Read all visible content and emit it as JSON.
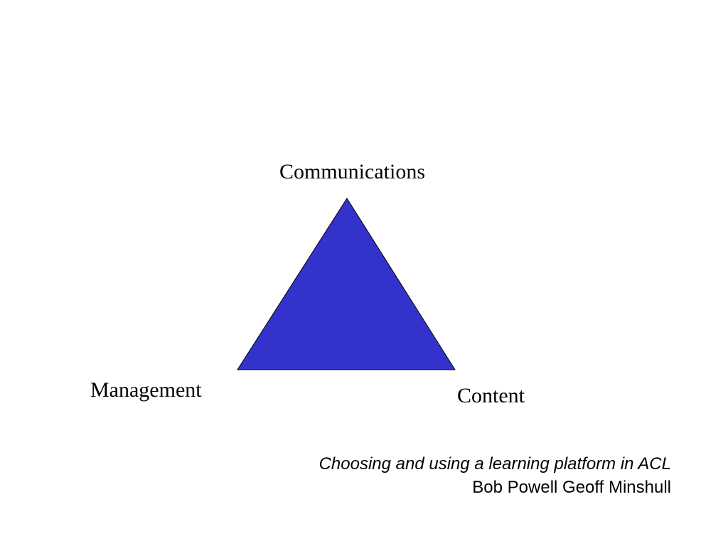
{
  "diagram": {
    "vertices": {
      "top": "Communications",
      "bottom_left": "Management",
      "bottom_right": "Content"
    },
    "fill_color": "#3333cc",
    "stroke_color": "#000000"
  },
  "caption": {
    "title": "Choosing and using a learning platform in ACL",
    "authors": "Bob Powell Geoff Minshull"
  }
}
